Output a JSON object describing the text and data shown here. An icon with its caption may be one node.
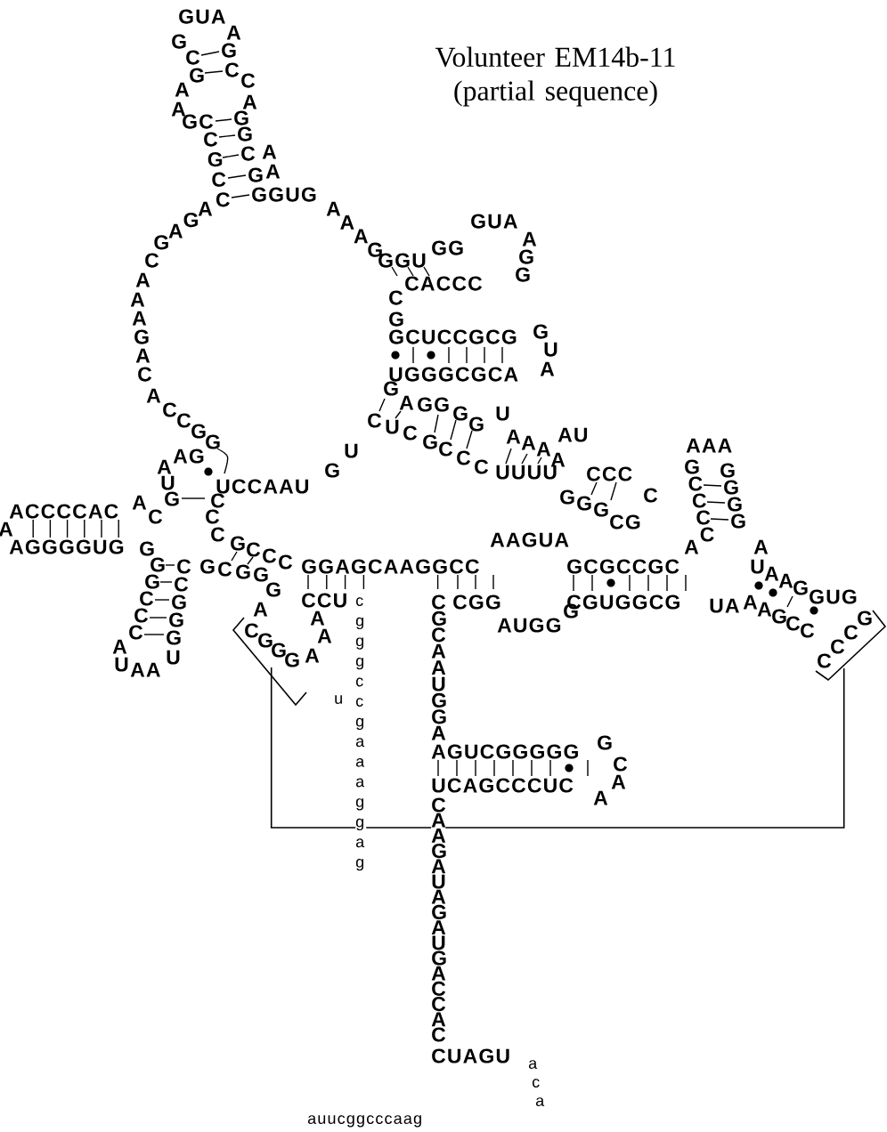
{
  "diagram": {
    "title": "Volunteer EM14b-11 (partial sequence)",
    "nodes": [
      {
        "text": [
          "CGGG"
        ]
      },
      {
        "text": [
          "GCCC"
        ]
      }
    ],
    "edges": [
      {
        "from": 0,
        "to": 1,
        "arrow": "none"
      }
    ],
    "labels": [
      "GUA",
      "A",
      "GC",
      "GC",
      "G",
      "C",
      "AA",
      "A",
      "GC",
      "GG",
      "CGCC",
      "CG",
      "AA",
      "GGUG",
      "AGAG",
      "AAAG",
      "GUA",
      "AGG",
      "GG",
      "CA",
      "GGU",
      "CACCC",
      "C",
      "AAGAC",
      "G",
      "GU",
      "GCUCCGCG",
      "A",
      "UGGGCGCA",
      "GA",
      "A",
      "GG",
      "CCGG",
      "GG",
      "U",
      "CUC",
      "AU",
      "AAA",
      "G",
      "AAA",
      "CCC",
      "U",
      "AG",
      "A",
      "GCCCC",
      "AUG",
      "GGGG",
      "G",
      "UUUU",
      "CCC",
      "UCCAAU",
      "C",
      "GGG",
      "CC",
      "A",
      "ACCCCAC",
      "C",
      "CG",
      "A",
      "C",
      "AAGUA",
      "GCCC",
      "A",
      "A",
      "AGGGGUG",
      "G",
      "GGCCC",
      "CCGGG",
      "GCGG",
      "GGAGCAAGGCC",
      "GCGCCGC",
      "UAAG",
      "G",
      "GUG",
      "CCU",
      "CGG",
      "CGUGGCG",
      "cgggccgaaaggag",
      "CGCAAUGGA",
      "AAGCC",
      "UA",
      "A",
      "G",
      "AA",
      "AUGG",
      "AU",
      "A",
      "U",
      "AA",
      "u",
      "G",
      "AGUCGGGGG",
      "C",
      "A",
      "UCAGCCCUC",
      "A",
      "CAAGAUAGAUGACCAC",
      "CUAGU",
      "aca",
      "auucggcccaag"
    ]
  }
}
